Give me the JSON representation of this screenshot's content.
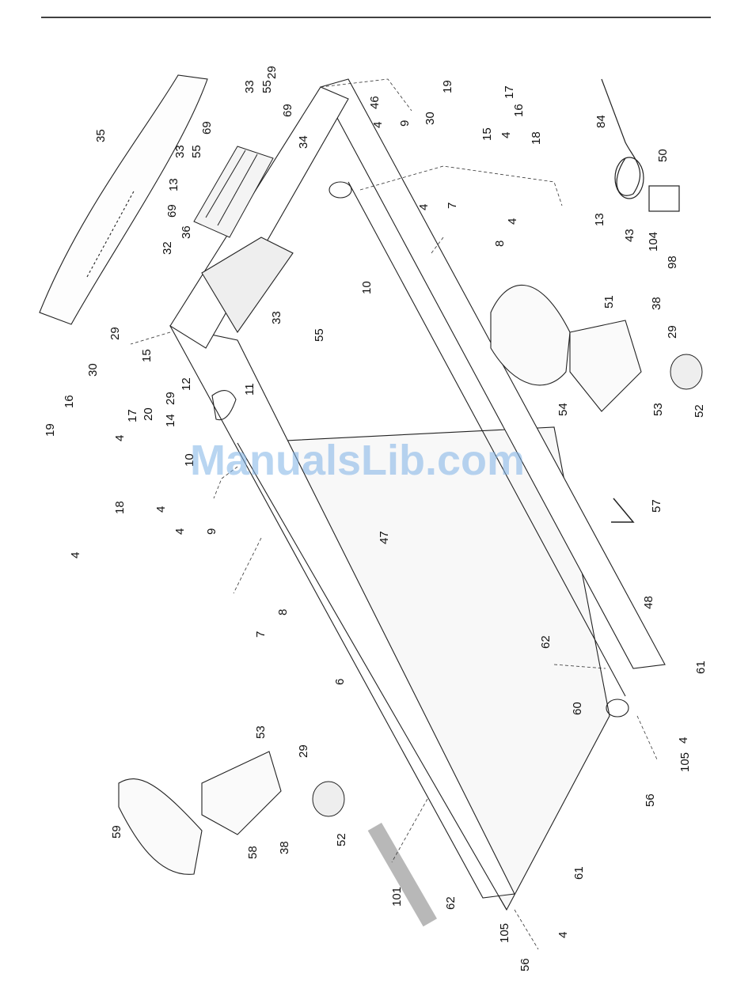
{
  "watermark": "ManualsLib.com",
  "labels": {
    "l4a": "4",
    "l4b": "4",
    "l4c": "4",
    "l4d": "4",
    "l4e": "4",
    "l4f": "4",
    "l4g": "4",
    "l4h": "4",
    "l6": "6",
    "l7a": "7",
    "l7b": "7",
    "l8a": "8",
    "l8b": "8",
    "l9a": "9",
    "l9b": "9",
    "l10a": "10",
    "l10b": "10",
    "l11": "11",
    "l12": "12",
    "l13a": "13",
    "l13b": "13",
    "l14": "14",
    "l15a": "15",
    "l15b": "15",
    "l16a": "16",
    "l16b": "16",
    "l17a": "17",
    "l17b": "17",
    "l18a": "18",
    "l18b": "18",
    "l19a": "19",
    "l19b": "19",
    "l20": "20",
    "l29a": "29",
    "l29b": "29",
    "l29c": "29",
    "l29d": "29",
    "l29e": "29",
    "l30a": "30",
    "l30b": "30",
    "l32": "32",
    "l33a": "33",
    "l33b": "33",
    "l33c": "33",
    "l34": "34",
    "l35": "35",
    "l36": "36",
    "l38a": "38",
    "l38b": "38",
    "l43": "43",
    "l46": "46",
    "l47": "47",
    "l48": "48",
    "l50": "50",
    "l51": "51",
    "l52a": "52",
    "l52b": "52",
    "l53a": "53",
    "l53b": "53",
    "l54": "54",
    "l55a": "55",
    "l55b": "55",
    "l55c": "55",
    "l56a": "56",
    "l56b": "56",
    "l57": "57",
    "l58": "58",
    "l59": "59",
    "l60": "60",
    "l61a": "61",
    "l61b": "61",
    "l62a": "62",
    "l62b": "62",
    "l69a": "69",
    "l69b": "69",
    "l69c": "69",
    "l84": "84",
    "l98": "98",
    "l101": "101",
    "l104": "104",
    "l105a": "105",
    "l105b": "105"
  }
}
